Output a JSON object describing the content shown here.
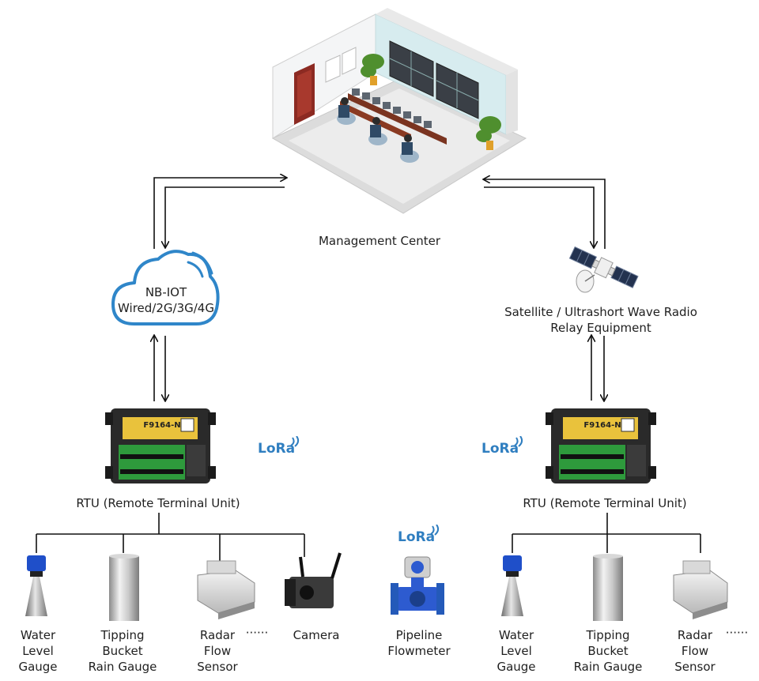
{
  "management_center": {
    "label": "Management Center"
  },
  "network": {
    "line1": "NB-IOT",
    "line2": "Wired/2G/3G/4G"
  },
  "relay": {
    "line1": "Satellite / Ultrashort Wave Radio",
    "line2": "Relay Equipment"
  },
  "rtu_left": {
    "label": "RTU (Remote Terminal Unit)",
    "model": "F9164-N"
  },
  "rtu_right": {
    "label": "RTU (Remote Terminal Unit)",
    "model": "F9164-N"
  },
  "lora_label": "LoRa",
  "ellipsis": "······",
  "left_devices": [
    {
      "lines": [
        "Water",
        "Level",
        "Gauge"
      ]
    },
    {
      "lines": [
        "Tipping",
        "Bucket",
        "Rain Gauge"
      ]
    },
    {
      "lines": [
        "Radar",
        "Flow",
        "Sensor"
      ]
    },
    {
      "lines": [
        "Camera"
      ]
    }
  ],
  "middle_device": {
    "lines": [
      "Pipeline",
      "Flowmeter"
    ]
  },
  "right_devices": [
    {
      "lines": [
        "Water",
        "Level",
        "Gauge"
      ]
    },
    {
      "lines": [
        "Tipping",
        "Bucket",
        "Rain Gauge"
      ]
    },
    {
      "lines": [
        "Radar",
        "Flow",
        "Sensor"
      ]
    }
  ],
  "colors": {
    "cloud": "#2f86c9",
    "lora": "#2f7ec0",
    "rtu_label": "#e9c23c",
    "rtu_board": "#2e9a3c",
    "line": "#111111"
  }
}
